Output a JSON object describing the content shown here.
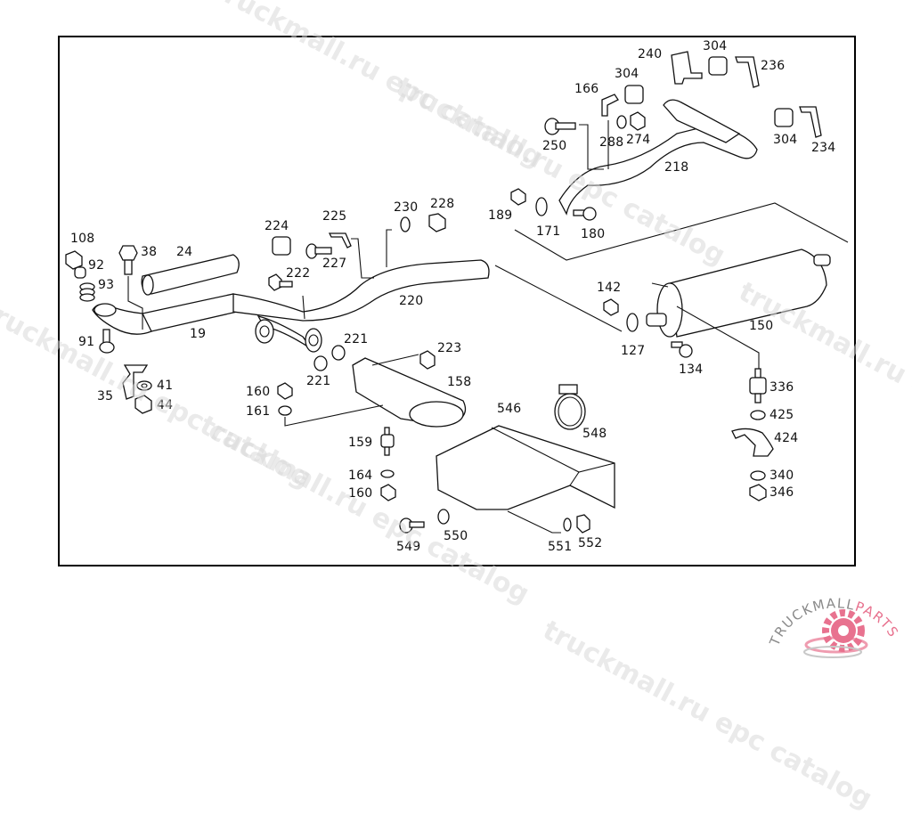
{
  "diagram": {
    "type": "exploded parts diagram",
    "subject": "exhaust system",
    "part_labels": [
      {
        "id": "108",
        "text": "108"
      },
      {
        "id": "38",
        "text": "38"
      },
      {
        "id": "24",
        "text": "24"
      },
      {
        "id": "92",
        "text": "92"
      },
      {
        "id": "93",
        "text": "93"
      },
      {
        "id": "19",
        "text": "19"
      },
      {
        "id": "91",
        "text": "91"
      },
      {
        "id": "35",
        "text": "35"
      },
      {
        "id": "41",
        "text": "41"
      },
      {
        "id": "44",
        "text": "44"
      },
      {
        "id": "224",
        "text": "224"
      },
      {
        "id": "225",
        "text": "225"
      },
      {
        "id": "227",
        "text": "227"
      },
      {
        "id": "222",
        "text": "222"
      },
      {
        "id": "230",
        "text": "230"
      },
      {
        "id": "228",
        "text": "228"
      },
      {
        "id": "220",
        "text": "220"
      },
      {
        "id": "221a",
        "text": "221"
      },
      {
        "id": "221b",
        "text": "221"
      },
      {
        "id": "223",
        "text": "223"
      },
      {
        "id": "158",
        "text": "158"
      },
      {
        "id": "160a",
        "text": "160"
      },
      {
        "id": "161",
        "text": "161"
      },
      {
        "id": "159",
        "text": "159"
      },
      {
        "id": "164",
        "text": "164"
      },
      {
        "id": "160b",
        "text": "160"
      },
      {
        "id": "549",
        "text": "549"
      },
      {
        "id": "550",
        "text": "550"
      },
      {
        "id": "546",
        "text": "546"
      },
      {
        "id": "548",
        "text": "548"
      },
      {
        "id": "551",
        "text": "551"
      },
      {
        "id": "552",
        "text": "552"
      },
      {
        "id": "240",
        "text": "240"
      },
      {
        "id": "304a",
        "text": "304"
      },
      {
        "id": "236",
        "text": "236"
      },
      {
        "id": "304b",
        "text": "304"
      },
      {
        "id": "166",
        "text": "166"
      },
      {
        "id": "250",
        "text": "250"
      },
      {
        "id": "288",
        "text": "288"
      },
      {
        "id": "274",
        "text": "274"
      },
      {
        "id": "218",
        "text": "218"
      },
      {
        "id": "304c",
        "text": "304"
      },
      {
        "id": "234",
        "text": "234"
      },
      {
        "id": "189",
        "text": "189"
      },
      {
        "id": "171",
        "text": "171"
      },
      {
        "id": "180",
        "text": "180"
      },
      {
        "id": "142",
        "text": "142"
      },
      {
        "id": "127",
        "text": "127"
      },
      {
        "id": "134",
        "text": "134"
      },
      {
        "id": "150",
        "text": "150"
      },
      {
        "id": "336",
        "text": "336"
      },
      {
        "id": "425",
        "text": "425"
      },
      {
        "id": "424",
        "text": "424"
      },
      {
        "id": "340",
        "text": "340"
      },
      {
        "id": "346",
        "text": "346"
      }
    ]
  },
  "watermark": {
    "text": "truckmall.ru epc catalog"
  },
  "logo": {
    "text_main": "TRUCKMALL",
    "text_accent": "PARTS",
    "colors": {
      "main": "#8a8a8a",
      "accent": "#e8728f"
    }
  }
}
